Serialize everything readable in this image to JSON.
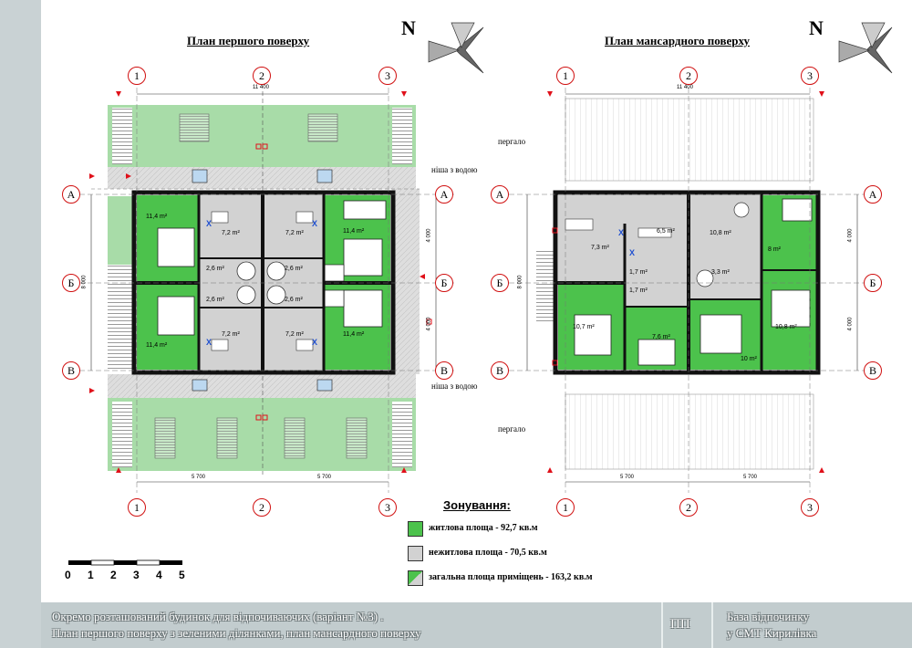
{
  "north_label": "N",
  "plans": {
    "ground": {
      "title": "План першого поверху",
      "width_dim": "11 400",
      "dims_bottom": [
        "5 700",
        "5 700"
      ],
      "dims_right": [
        "4 000",
        "4 000"
      ],
      "dim_left": "8 000",
      "annotations": [
        "ніша з водою",
        "ніша з водою"
      ],
      "rooms": [
        "11,4 m²",
        "11,4 m²",
        "11,4 m²",
        "11,4 m²",
        "7,2 m²",
        "7,2 m²",
        "7,2 m²",
        "7,2 m²",
        "2,6 m²",
        "2,6 m²",
        "2,6 m²",
        "2,6 m²"
      ]
    },
    "attic": {
      "title": "План мансардного поверху",
      "width_dim": "11 400",
      "dims_bottom": [
        "5 700",
        "5 700"
      ],
      "dims_right": [
        "4 000",
        "4 000"
      ],
      "dim_left": "8 000",
      "annotations": [
        "пергало",
        "пергало"
      ],
      "rooms": [
        "7,3 m²",
        "6,5 m²",
        "10,8 m²",
        "8 m²",
        "1,7 m²",
        "3,3 m²",
        "1,7 m²",
        "10,7 m²",
        "7,6 m²",
        "10 m²",
        "10,8 m²"
      ]
    }
  },
  "axes": {
    "columns": [
      "1",
      "2",
      "3"
    ],
    "rows": [
      "А",
      "Б",
      "В"
    ]
  },
  "legend": {
    "title": "Зонування:",
    "items": [
      {
        "label": "житлова площа - 92,7 кв.м",
        "color": "#4cc24c"
      },
      {
        "label": "нежитлова площа - 70,5 кв.м",
        "color": "#d2d2d2"
      },
      {
        "label": "загальна площа приміщень - 163,2 кв.м",
        "color": "split"
      }
    ]
  },
  "scale_bar": {
    "ticks": [
      "0",
      "1",
      "2",
      "3",
      "4",
      "5"
    ]
  },
  "title_block": {
    "line1": "Окремо розташований будинок для відпочиваючих (варіант №3) .",
    "line2": "План першого поверху з зеленими ділянками, план мансардного поверху",
    "code": "ПП",
    "project_line1": "База відпочинку",
    "project_line2": "у СМТ Кирилівка"
  },
  "colors": {
    "living": "#4cc24c",
    "nonliving": "#d2d2d2",
    "lawn": "#a8dca8",
    "axis_marker": "#d01010",
    "wall": "#111111"
  }
}
